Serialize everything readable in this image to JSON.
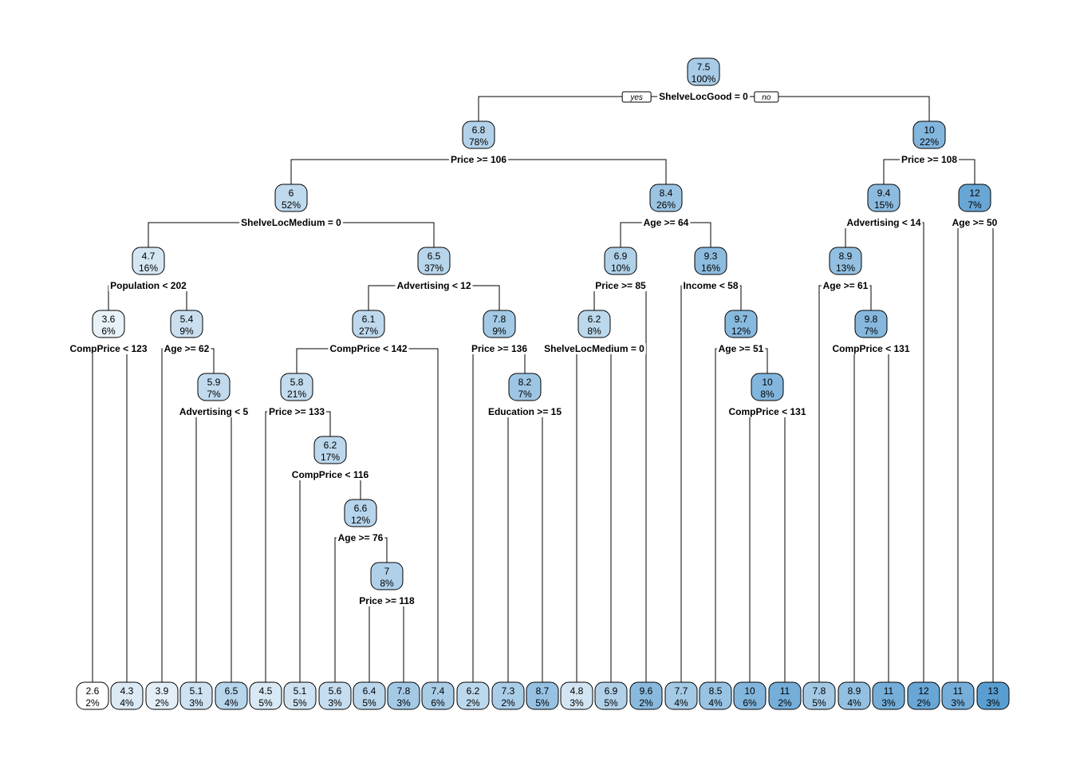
{
  "diagram": {
    "type": "regression-tree",
    "colors": {
      "low": "#ffffff",
      "high": "#5a9ed1",
      "stroke": "#000000"
    },
    "branch_labels": {
      "yes": "yes",
      "no": "no"
    },
    "nodes": [
      {
        "id": 1,
        "value": "7.5",
        "pct": "100%",
        "split": "ShelveLocGood = 0"
      },
      {
        "id": 2,
        "value": "6.8",
        "pct": "78%",
        "split": "Price >= 106"
      },
      {
        "id": 3,
        "value": "10",
        "pct": "22%",
        "split": "Price >= 108"
      },
      {
        "id": 4,
        "value": "6",
        "pct": "52%",
        "split": "ShelveLocMedium = 0"
      },
      {
        "id": 5,
        "value": "8.4",
        "pct": "26%",
        "split": "Age >= 64"
      },
      {
        "id": 6,
        "value": "9.4",
        "pct": "15%",
        "split": "Advertising < 14"
      },
      {
        "id": 7,
        "value": "12",
        "pct": "7%",
        "split": "Age >= 50"
      },
      {
        "id": 8,
        "value": "4.7",
        "pct": "16%",
        "split": "Population < 202"
      },
      {
        "id": 9,
        "value": "6.5",
        "pct": "37%",
        "split": "Advertising < 12"
      },
      {
        "id": 10,
        "value": "6.9",
        "pct": "10%",
        "split": "Price >= 85"
      },
      {
        "id": 11,
        "value": "9.3",
        "pct": "16%",
        "split": "Income < 58"
      },
      {
        "id": 12,
        "value": "8.9",
        "pct": "13%",
        "split": "Age >= 61"
      },
      {
        "id": 16,
        "value": "3.6",
        "pct": "6%",
        "split": "CompPrice < 123"
      },
      {
        "id": 17,
        "value": "5.4",
        "pct": "9%",
        "split": "Age >= 62"
      },
      {
        "id": 18,
        "value": "6.1",
        "pct": "27%",
        "split": "CompPrice < 142"
      },
      {
        "id": 19,
        "value": "7.8",
        "pct": "9%",
        "split": "Price >= 136"
      },
      {
        "id": 20,
        "value": "6.2",
        "pct": "8%",
        "split": "ShelveLocMedium = 0"
      },
      {
        "id": 23,
        "value": "9.7",
        "pct": "12%",
        "split": "Age >= 51"
      },
      {
        "id": 25,
        "value": "9.8",
        "pct": "7%",
        "split": "CompPrice < 131"
      },
      {
        "id": 35,
        "value": "5.9",
        "pct": "7%",
        "split": "Advertising < 5"
      },
      {
        "id": 36,
        "value": "5.8",
        "pct": "21%",
        "split": "Price >= 133"
      },
      {
        "id": 39,
        "value": "8.2",
        "pct": "7%",
        "split": "Education >= 15"
      },
      {
        "id": 47,
        "value": "10",
        "pct": "8%",
        "split": "CompPrice < 131"
      },
      {
        "id": 73,
        "value": "6.2",
        "pct": "17%",
        "split": "CompPrice < 116"
      },
      {
        "id": 147,
        "value": "6.6",
        "pct": "12%",
        "split": "Age >= 76"
      },
      {
        "id": 295,
        "value": "7",
        "pct": "8%",
        "split": "Price >= 118"
      }
    ],
    "leaves": [
      {
        "id": 32,
        "value": "2.6",
        "pct": "2%"
      },
      {
        "id": 33,
        "value": "4.3",
        "pct": "4%"
      },
      {
        "id": 34,
        "value": "3.9",
        "pct": "2%"
      },
      {
        "id": 70,
        "value": "5.1",
        "pct": "3%"
      },
      {
        "id": 71,
        "value": "6.5",
        "pct": "4%"
      },
      {
        "id": 72,
        "value": "4.5",
        "pct": "5%"
      },
      {
        "id": 146,
        "value": "5.1",
        "pct": "5%"
      },
      {
        "id": 294,
        "value": "5.6",
        "pct": "3%"
      },
      {
        "id": 590,
        "value": "6.4",
        "pct": "5%"
      },
      {
        "id": 591,
        "value": "7.8",
        "pct": "3%"
      },
      {
        "id": 37,
        "value": "7.4",
        "pct": "6%"
      },
      {
        "id": 38,
        "value": "6.2",
        "pct": "2%"
      },
      {
        "id": 78,
        "value": "7.3",
        "pct": "2%"
      },
      {
        "id": 79,
        "value": "8.7",
        "pct": "5%"
      },
      {
        "id": 40,
        "value": "4.8",
        "pct": "3%"
      },
      {
        "id": 41,
        "value": "6.9",
        "pct": "5%"
      },
      {
        "id": 21,
        "value": "9.6",
        "pct": "2%"
      },
      {
        "id": 22,
        "value": "7.7",
        "pct": "4%"
      },
      {
        "id": 46,
        "value": "8.5",
        "pct": "4%"
      },
      {
        "id": 94,
        "value": "10",
        "pct": "6%"
      },
      {
        "id": 95,
        "value": "11",
        "pct": "2%"
      },
      {
        "id": 24,
        "value": "7.8",
        "pct": "5%"
      },
      {
        "id": 50,
        "value": "8.9",
        "pct": "4%"
      },
      {
        "id": 51,
        "value": "11",
        "pct": "3%"
      },
      {
        "id": 13,
        "value": "12",
        "pct": "2%"
      },
      {
        "id": 14,
        "value": "11",
        "pct": "3%"
      },
      {
        "id": 15,
        "value": "13",
        "pct": "3%"
      }
    ]
  }
}
